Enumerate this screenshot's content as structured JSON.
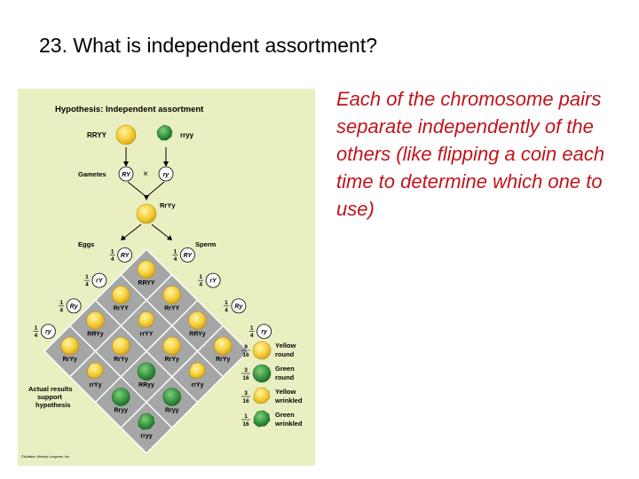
{
  "slide": {
    "title": "23. What is independent assortment?",
    "answer": "Each of the chromosome pairs separate independently of the others (like flipping a coin each time to determine which one to use)"
  },
  "figure": {
    "title": "Hypothesis: Independent assortment",
    "parent1_genotype": "RRYY",
    "parent2_genotype": "rryy",
    "gametes_label": "Gametes",
    "gamete1": "RY",
    "gamete2": "ry",
    "cross_symbol": "×",
    "f1_genotype": "RrYy",
    "eggs_label": "Eggs",
    "sperm_label": "Sperm",
    "quarter_num": "1",
    "quarter_den": "4",
    "eggs": [
      "RY",
      "rY",
      "Ry",
      "ry"
    ],
    "sperm": [
      "RY",
      "rY",
      "Ry",
      "ry"
    ],
    "grid_genotypes": [
      "RRYY",
      "RrYY",
      "RrYY",
      "RRYy",
      "rrYY",
      "RRYy",
      "RrYy",
      "RrYy",
      "RrYy",
      "RrYy",
      "rrYy",
      "RRyy",
      "rrYy",
      "Rryy",
      "Rryy",
      "rryy"
    ],
    "results_label": [
      "Actual results",
      "support",
      "hypothesis"
    ],
    "ratios": [
      {
        "num": "9",
        "den": "16",
        "label": [
          "Yellow",
          "round"
        ]
      },
      {
        "num": "3",
        "den": "16",
        "label": [
          "Green",
          "round"
        ]
      },
      {
        "num": "3",
        "den": "16",
        "label": [
          "Yellow",
          "wrinkled"
        ]
      },
      {
        "num": "1",
        "den": "16",
        "label": [
          "Green",
          "wrinkled"
        ]
      }
    ],
    "copyright": "©Addison Wesley Longman, Inc.",
    "colors": {
      "background": "#e9efc1",
      "diamond": "#a5a6a6",
      "yellow": "#f6d13d",
      "green": "#3f9a45",
      "answer_text": "#c0141c"
    }
  }
}
